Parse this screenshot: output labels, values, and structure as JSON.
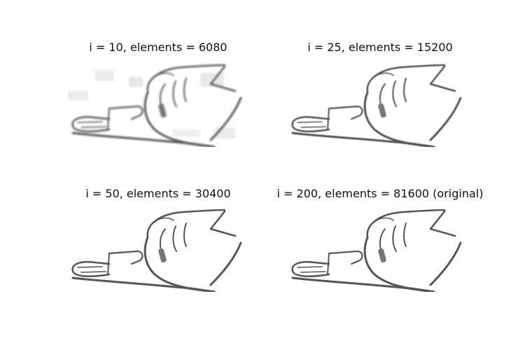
{
  "figure": {
    "panels": [
      {
        "title": "i = 10, elements = 6080",
        "blur": 1.4,
        "artifacts": true
      },
      {
        "title": "i = 25, elements = 15200",
        "blur": 0.6,
        "artifacts": false
      },
      {
        "title": "i = 50, elements = 30400",
        "blur": 0.25,
        "artifacts": false
      },
      {
        "title": "i = 200, elements = 81600 (original)",
        "blur": 0,
        "artifacts": false
      }
    ]
  }
}
